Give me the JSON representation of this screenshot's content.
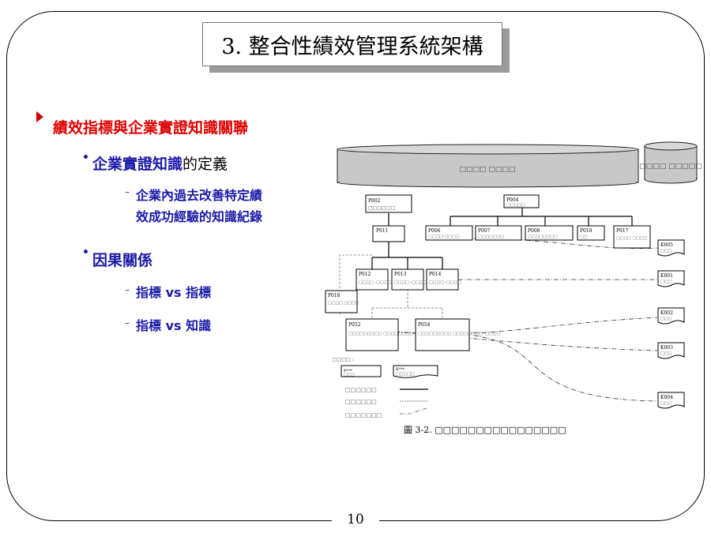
{
  "slide": {
    "title": "3. 整合性績效管理系統架構",
    "page_number": "10"
  },
  "bullets": {
    "level1": "績效指標與企業實證知識關聯",
    "definition": {
      "term": "企業實證知識",
      "rest": "的定義",
      "sub_line1": "企業內過去改善特定績",
      "sub_line2": "效成功經驗的知識紀錄"
    },
    "causal": {
      "label": "因果關係",
      "sub1": "指標 vs 指標",
      "sub2": "指標 vs 知識"
    }
  },
  "diagram": {
    "db_main_label": "□□□□ □□□□",
    "db_side_label": "□□□□ □□□□□",
    "nodes": {
      "P002": {
        "id": "P002",
        "text": "□□□□□□"
      },
      "P004": {
        "id": "P004",
        "text": "□□□□□"
      },
      "P011": {
        "id": "P011",
        "text": ""
      },
      "P006": {
        "id": "P006",
        "text": "□□□□-□□□□"
      },
      "P007": {
        "id": "P007",
        "text": "□□□□□□□"
      },
      "P008": {
        "id": "P008",
        "text": "□□□□□□□□"
      },
      "P010": {
        "id": "P010",
        "text": "□□"
      },
      "P017": {
        "id": "P017",
        "text": "□□□□ □□□□"
      },
      "P012": {
        "id": "P012",
        "text": "□□□□ -□□□□"
      },
      "P013": {
        "id": "P013",
        "text": "□□□□ -□□□□"
      },
      "P014": {
        "id": "P014",
        "text": "□□□□ -□□□□"
      },
      "P018": {
        "id": "P018",
        "text": "□□□□ □□□□"
      },
      "P052": {
        "id": "P052",
        "text": "□□□□□□□□□ □□□□□□□□ -□□□□"
      },
      "P054": {
        "id": "P054",
        "text": "□□□□□□□□□ □□□□□□□□ -□□□□"
      }
    },
    "docs": {
      "K005": {
        "id": "K005",
        "text": "□□□"
      },
      "K001": {
        "id": "K001",
        "text": "□□□"
      },
      "K002": {
        "id": "K002",
        "text": "□□□"
      },
      "K003": {
        "id": "K003",
        "text": "□□□"
      },
      "K004": {
        "id": "K004",
        "text": "□□□"
      }
    },
    "legend": {
      "title": "□□□□ :",
      "p_box_id": "P***",
      "p_box_text": "□□□",
      "k_box_id": "K***",
      "k_box_text": "□□□□□",
      "row1": "□□□□□□",
      "row2": "□□□□□□",
      "row3": "□□□□□□□"
    },
    "caption": "圖  3-2.  □□□□□□□□□□□□□□□□"
  }
}
